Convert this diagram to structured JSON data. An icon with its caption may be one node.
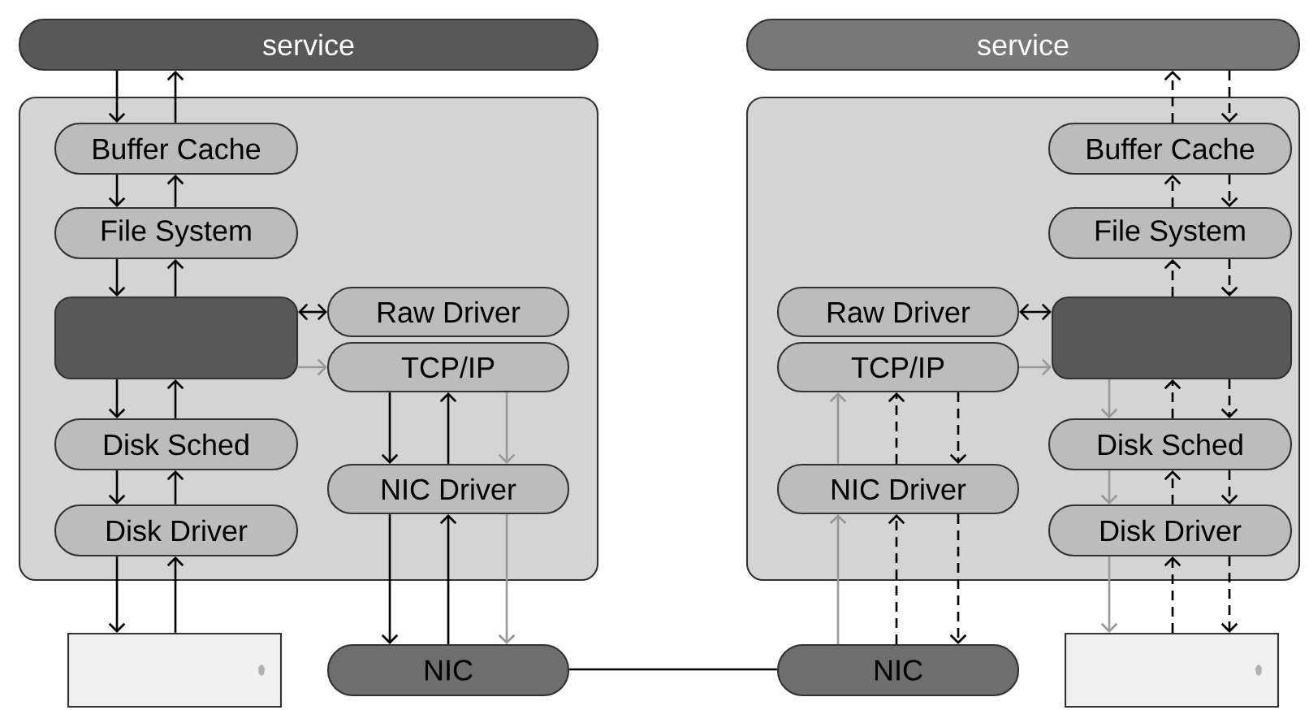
{
  "diagram": {
    "nodes": [
      {
        "text": [
          "service"
        ]
      },
      {
        "text": [],
        "shape": "box"
      },
      {
        "text": [
          "Buffer Cache"
        ],
        "in": 1
      },
      {
        "text": [
          "File System"
        ],
        "in": 1
      },
      {
        "text": [],
        "shape": "box",
        "in": 1
      },
      {
        "text": [
          "Raw Driver"
        ],
        "in": 1
      },
      {
        "text": [
          "TCP/IP"
        ],
        "in": 1
      },
      {
        "text": [
          "Disk Sched"
        ],
        "in": 1
      },
      {
        "text": [
          "Disk Driver"
        ],
        "in": 1
      },
      {
        "text": [
          "NIC Driver"
        ],
        "in": 1
      },
      {
        "text": [],
        "shape": "box"
      },
      {
        "text": [
          "NIC"
        ]
      },
      {
        "text": [
          "service"
        ]
      },
      {
        "text": [],
        "shape": "box"
      },
      {
        "text": [
          "Buffer Cache"
        ],
        "in": 13
      },
      {
        "text": [
          "File System"
        ],
        "in": 13
      },
      {
        "text": [
          "Raw Driver"
        ],
        "in": 13
      },
      {
        "text": [
          "TCP/IP"
        ],
        "in": 13
      },
      {
        "text": [],
        "shape": "box",
        "in": 13
      },
      {
        "text": [
          "Disk Sched"
        ],
        "in": 13
      },
      {
        "text": [
          "NIC Driver"
        ],
        "in": 13
      },
      {
        "text": [
          "Disk Driver"
        ],
        "in": 13
      },
      {
        "text": [
          "NIC"
        ]
      },
      {
        "text": [],
        "shape": "box"
      }
    ],
    "edges": [
      {
        "from": 0,
        "to": 2,
        "arrow": "to"
      },
      {
        "from": 2,
        "to": 0,
        "arrow": "to"
      },
      {
        "from": 2,
        "to": 3,
        "arrow": "to"
      },
      {
        "from": 3,
        "to": 2,
        "arrow": "to"
      },
      {
        "from": 3,
        "to": 4,
        "arrow": "to"
      },
      {
        "from": 4,
        "to": 3,
        "arrow": "to"
      },
      {
        "from": 4,
        "to": 7,
        "arrow": "to"
      },
      {
        "from": 7,
        "to": 4,
        "arrow": "to"
      },
      {
        "from": 7,
        "to": 8,
        "arrow": "to"
      },
      {
        "from": 8,
        "to": 7,
        "arrow": "to"
      },
      {
        "from": 8,
        "to": 10,
        "arrow": "to"
      },
      {
        "from": 10,
        "to": 8,
        "arrow": "to"
      },
      {
        "from": 4,
        "to": 5,
        "arrow": "both"
      },
      {
        "from": 4,
        "to": 6,
        "arrow": "to",
        "color": "#999999"
      },
      {
        "from": 6,
        "to": 9,
        "arrow": "to"
      },
      {
        "from": 9,
        "to": 6,
        "arrow": "to"
      },
      {
        "from": 6,
        "to": 9,
        "arrow": "to",
        "color": "#999999"
      },
      {
        "from": 9,
        "to": 11,
        "arrow": "to"
      },
      {
        "from": 11,
        "to": 9,
        "arrow": "to"
      },
      {
        "from": 9,
        "to": 11,
        "arrow": "to",
        "color": "#999999"
      },
      {
        "from": 11,
        "to": 22,
        "arrow": "none"
      },
      {
        "from": 14,
        "to": 12,
        "arrow": "to",
        "style": "dashed"
      },
      {
        "from": 12,
        "to": 14,
        "arrow": "to",
        "style": "dashed"
      },
      {
        "from": 15,
        "to": 14,
        "arrow": "to",
        "style": "dashed"
      },
      {
        "from": 14,
        "to": 15,
        "arrow": "to",
        "style": "dashed"
      },
      {
        "from": 18,
        "to": 15,
        "arrow": "to",
        "style": "dashed"
      },
      {
        "from": 15,
        "to": 18,
        "arrow": "to",
        "style": "dashed"
      },
      {
        "from": 16,
        "to": 18,
        "arrow": "both"
      },
      {
        "from": 17,
        "to": 18,
        "arrow": "to",
        "color": "#999999"
      },
      {
        "from": 18,
        "to": 19,
        "arrow": "to",
        "color": "#999999"
      },
      {
        "from": 19,
        "to": 18,
        "arrow": "to",
        "style": "dashed"
      },
      {
        "from": 18,
        "to": 19,
        "arrow": "to",
        "style": "dashed"
      },
      {
        "from": 19,
        "to": 21,
        "arrow": "to",
        "color": "#999999"
      },
      {
        "from": 21,
        "to": 19,
        "arrow": "to",
        "style": "dashed"
      },
      {
        "from": 19,
        "to": 21,
        "arrow": "to",
        "style": "dashed"
      },
      {
        "from": 21,
        "to": 23,
        "arrow": "to",
        "color": "#999999"
      },
      {
        "from": 23,
        "to": 21,
        "arrow": "to",
        "style": "dashed"
      },
      {
        "from": 21,
        "to": 23,
        "arrow": "to",
        "style": "dashed"
      },
      {
        "from": 22,
        "to": 20,
        "arrow": "to",
        "color": "#999999"
      },
      {
        "from": 20,
        "to": 17,
        "arrow": "to",
        "color": "#999999"
      },
      {
        "from": 20,
        "to": 17,
        "arrow": "to",
        "style": "dashed"
      },
      {
        "from": 17,
        "to": 20,
        "arrow": "to",
        "style": "dashed"
      },
      {
        "from": 22,
        "to": 20,
        "arrow": "to",
        "style": "dashed"
      },
      {
        "from": 20,
        "to": 22,
        "arrow": "to",
        "style": "dashed"
      }
    ]
  }
}
